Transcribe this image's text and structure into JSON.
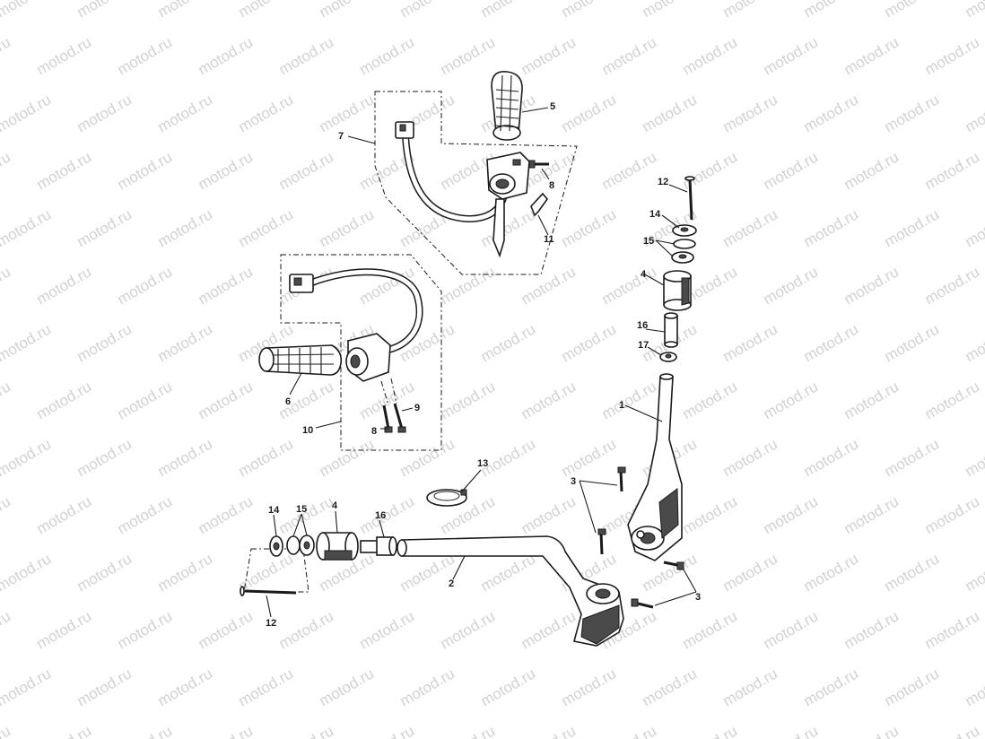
{
  "watermark": {
    "text": "motod.ru",
    "color": "#d2d2d2"
  },
  "colors": {
    "ink": "#1a1a1a",
    "background": "#ffffff",
    "shading": "#4a4a4a"
  },
  "callouts": {
    "c1": "1",
    "c2": "2",
    "c3a": "3",
    "c3b": "3",
    "c4a": "4",
    "c4b": "4",
    "c5": "5",
    "c6": "6",
    "c7": "7",
    "c8a": "8",
    "c8b": "8",
    "c9": "9",
    "c10": "10",
    "c11": "11",
    "c12a": "12",
    "c12b": "12",
    "c13": "13",
    "c14a": "14",
    "c14b": "14",
    "c15a": "15",
    "c15b": "15",
    "c16a": "16",
    "c16b": "16",
    "c17": "17"
  }
}
